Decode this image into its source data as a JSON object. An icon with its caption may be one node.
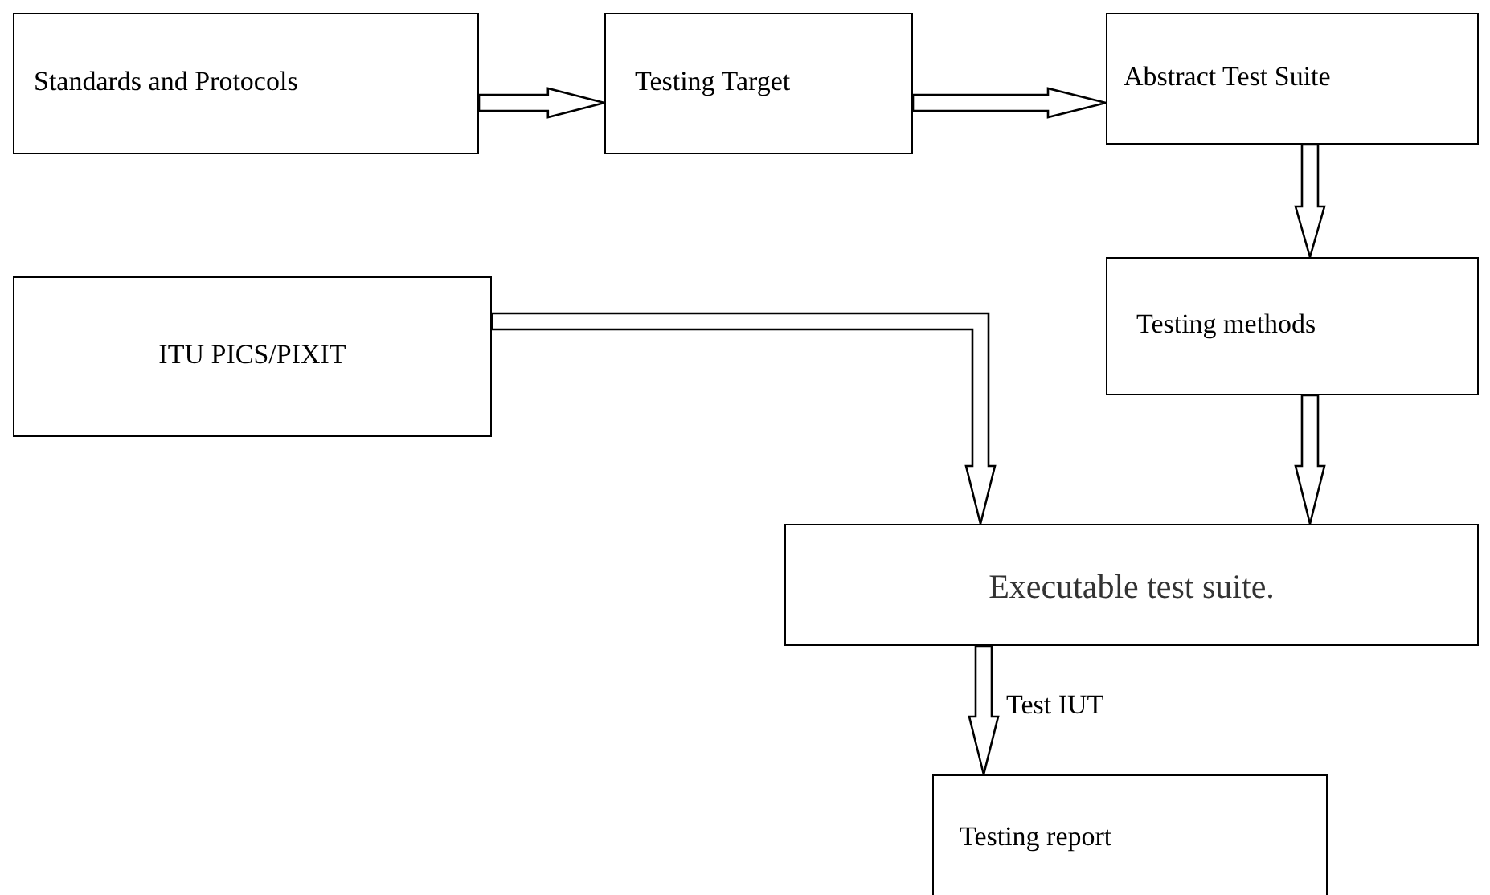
{
  "diagram": {
    "nodes": [
      {
        "text": [
          "Standards and Protocols"
        ]
      },
      {
        "text": [
          "Testing Target"
        ]
      },
      {
        "text": [
          "Abstract Test Suite"
        ]
      },
      {
        "text": [
          "ITU PICS/PIXIT"
        ]
      },
      {
        "text": [
          "Testing methods"
        ]
      },
      {
        "text": [
          "Executable test suite."
        ]
      },
      {
        "text": [
          "Testing report"
        ]
      }
    ],
    "edges": [
      {
        "from": 0,
        "to": 1,
        "arrow": "to"
      },
      {
        "from": 1,
        "to": 2,
        "arrow": "to"
      },
      {
        "from": 2,
        "to": 4,
        "arrow": "to"
      },
      {
        "from": 3,
        "to": 5,
        "arrow": "to"
      },
      {
        "from": 4,
        "to": 5,
        "arrow": "to"
      },
      {
        "from": 5,
        "to": 6,
        "arrow": "to",
        "label": "Test IUT"
      }
    ]
  }
}
